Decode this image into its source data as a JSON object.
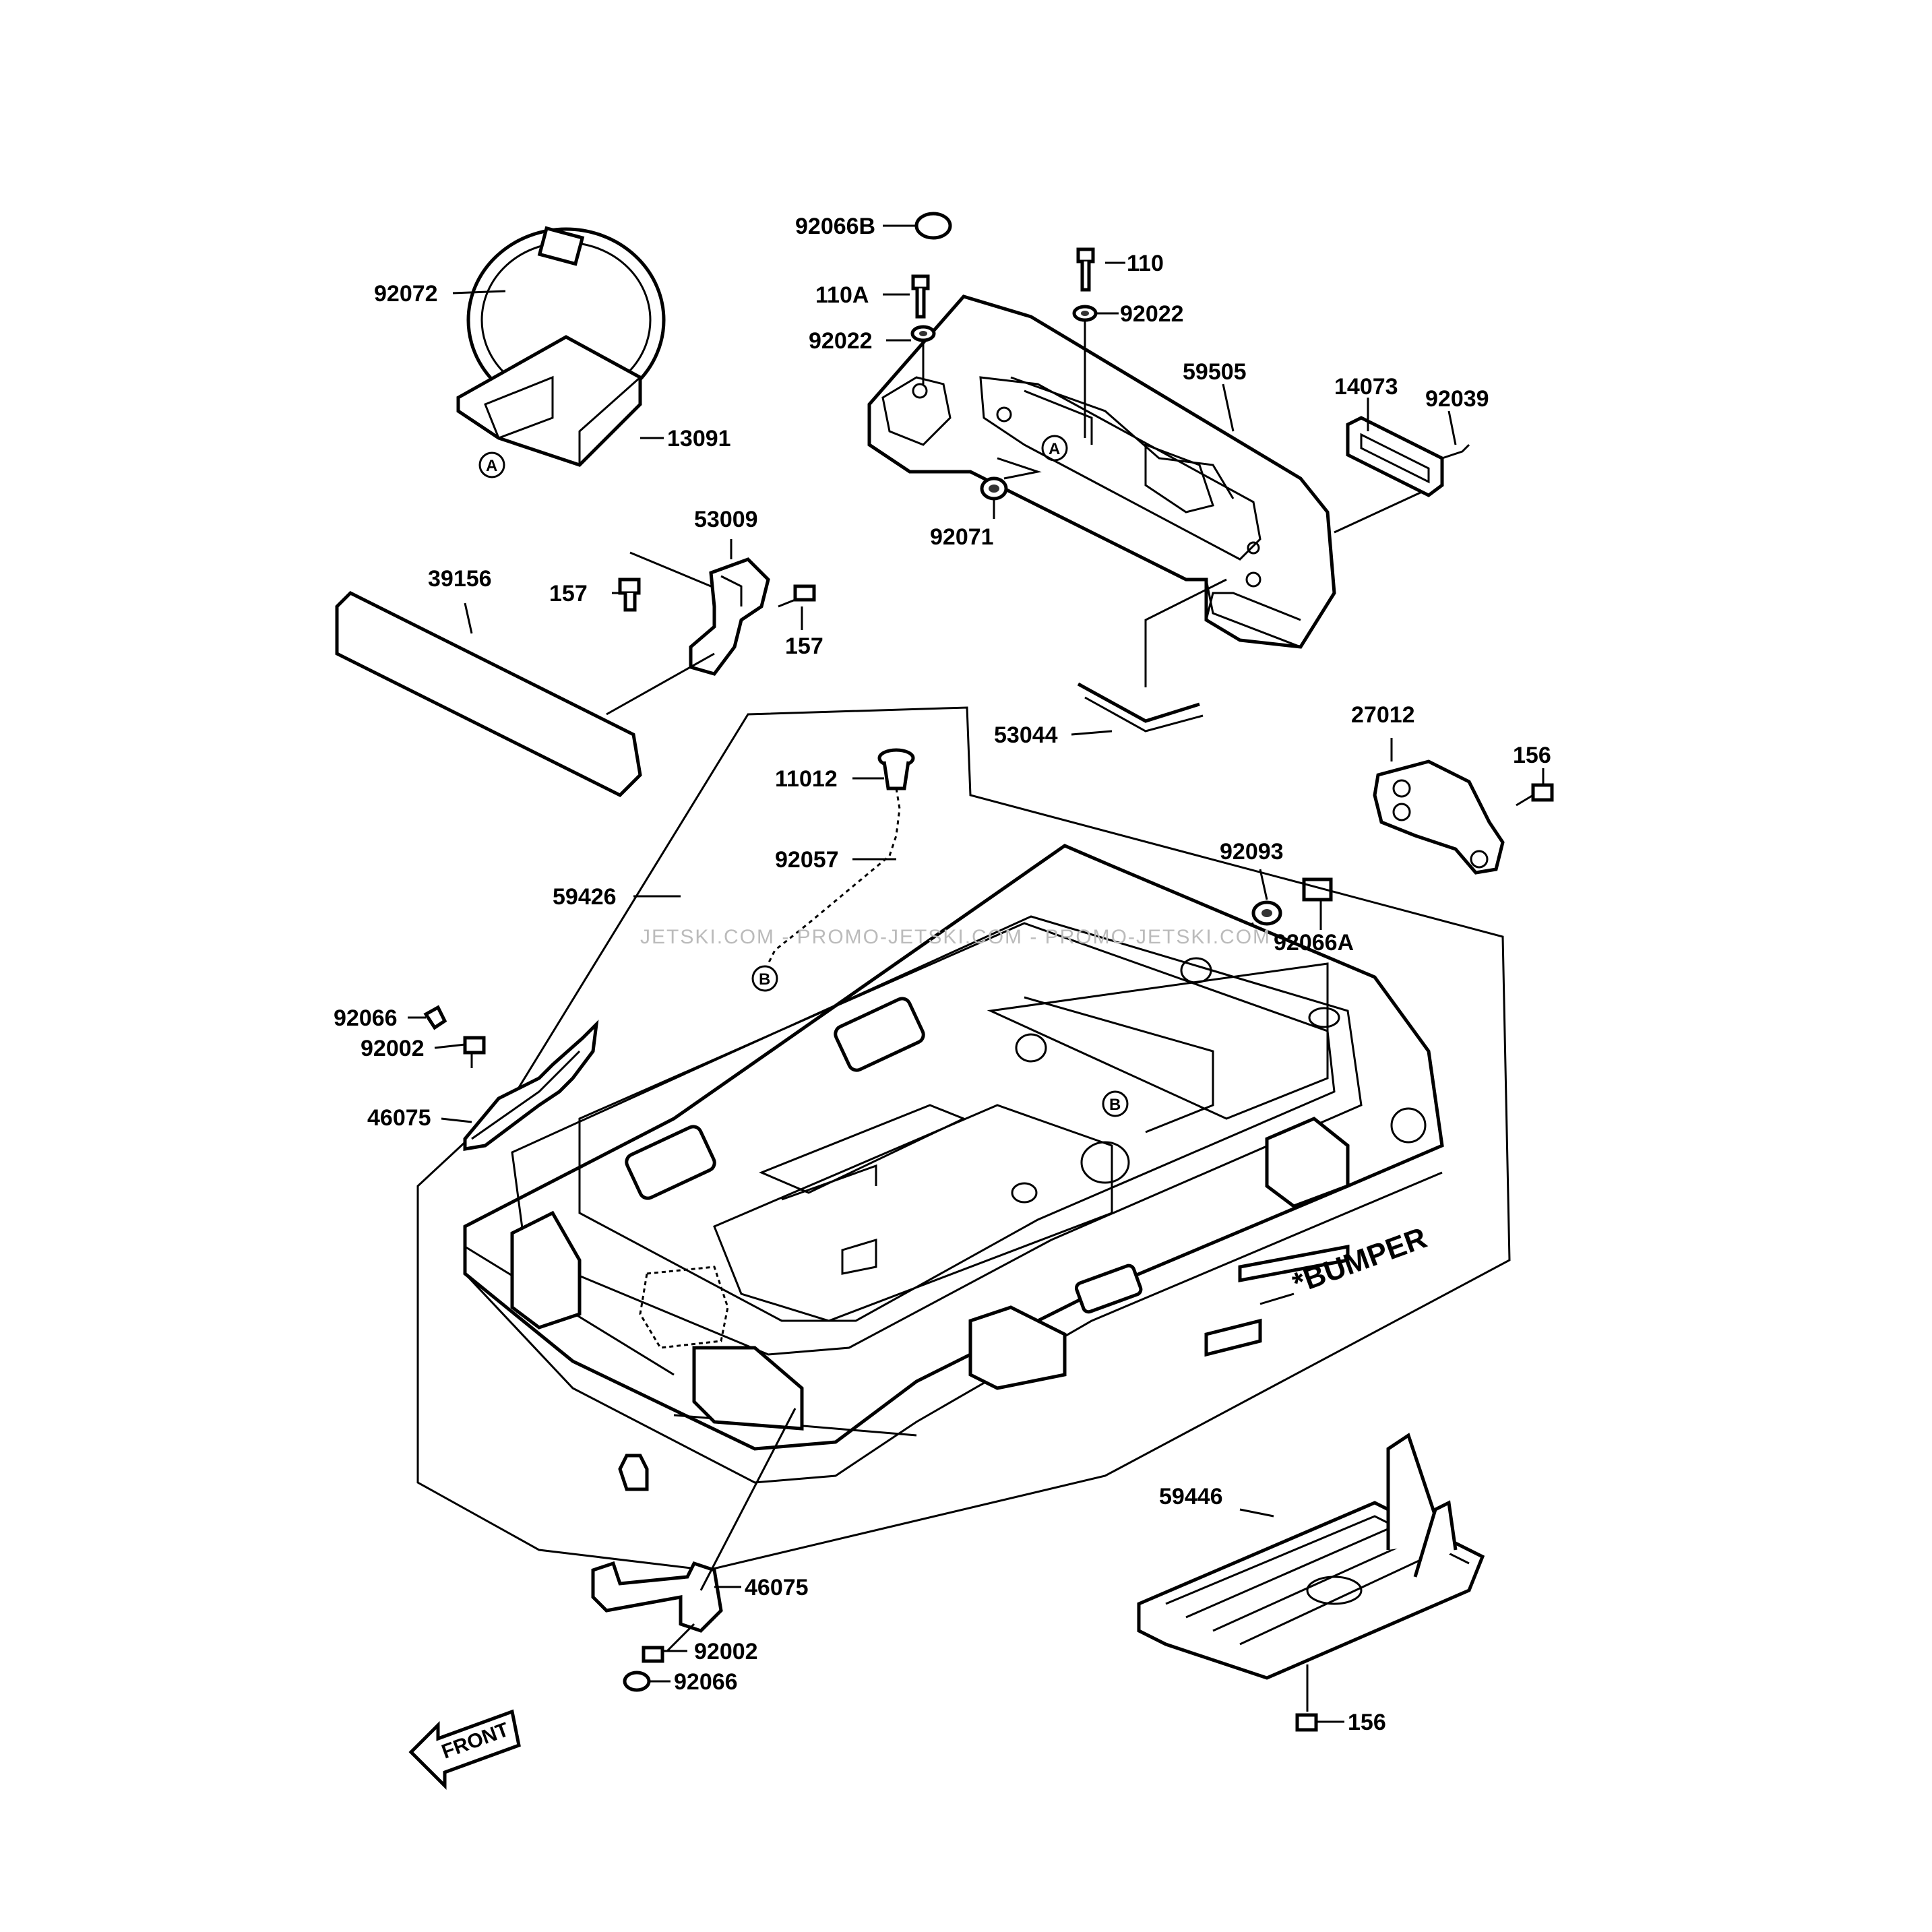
{
  "callouts": {
    "p92072": "92072",
    "p13091": "13091",
    "p92066B": "92066B",
    "p110": "110",
    "p110A": "110A",
    "p92022a": "92022",
    "p92022b": "92022",
    "p59505": "59505",
    "p14073": "14073",
    "p92039": "92039",
    "p92071": "92071",
    "p53009": "53009",
    "p39156": "39156",
    "p157a": "157",
    "p157b": "157",
    "p53044": "53044",
    "p27012": "27012",
    "p156a": "156",
    "p11012": "11012",
    "p92057": "92057",
    "p92093": "92093",
    "p92066A": "92066A",
    "p59426": "59426",
    "p92066a": "92066",
    "p92002a": "92002",
    "p46075a": "46075",
    "p59446": "59446",
    "p46075b": "46075",
    "p92002b": "92002",
    "p92066b": "92066",
    "p156b": "156"
  },
  "markers": {
    "A1": "A",
    "A2": "A",
    "B1": "B",
    "B2": "B"
  },
  "annotations": {
    "bumper": "*BUMPER",
    "front": "FRONT",
    "watermark": "JETSKI.COM - PROMO-JETSKI.COM - PROMO-JETSKI.COM"
  }
}
